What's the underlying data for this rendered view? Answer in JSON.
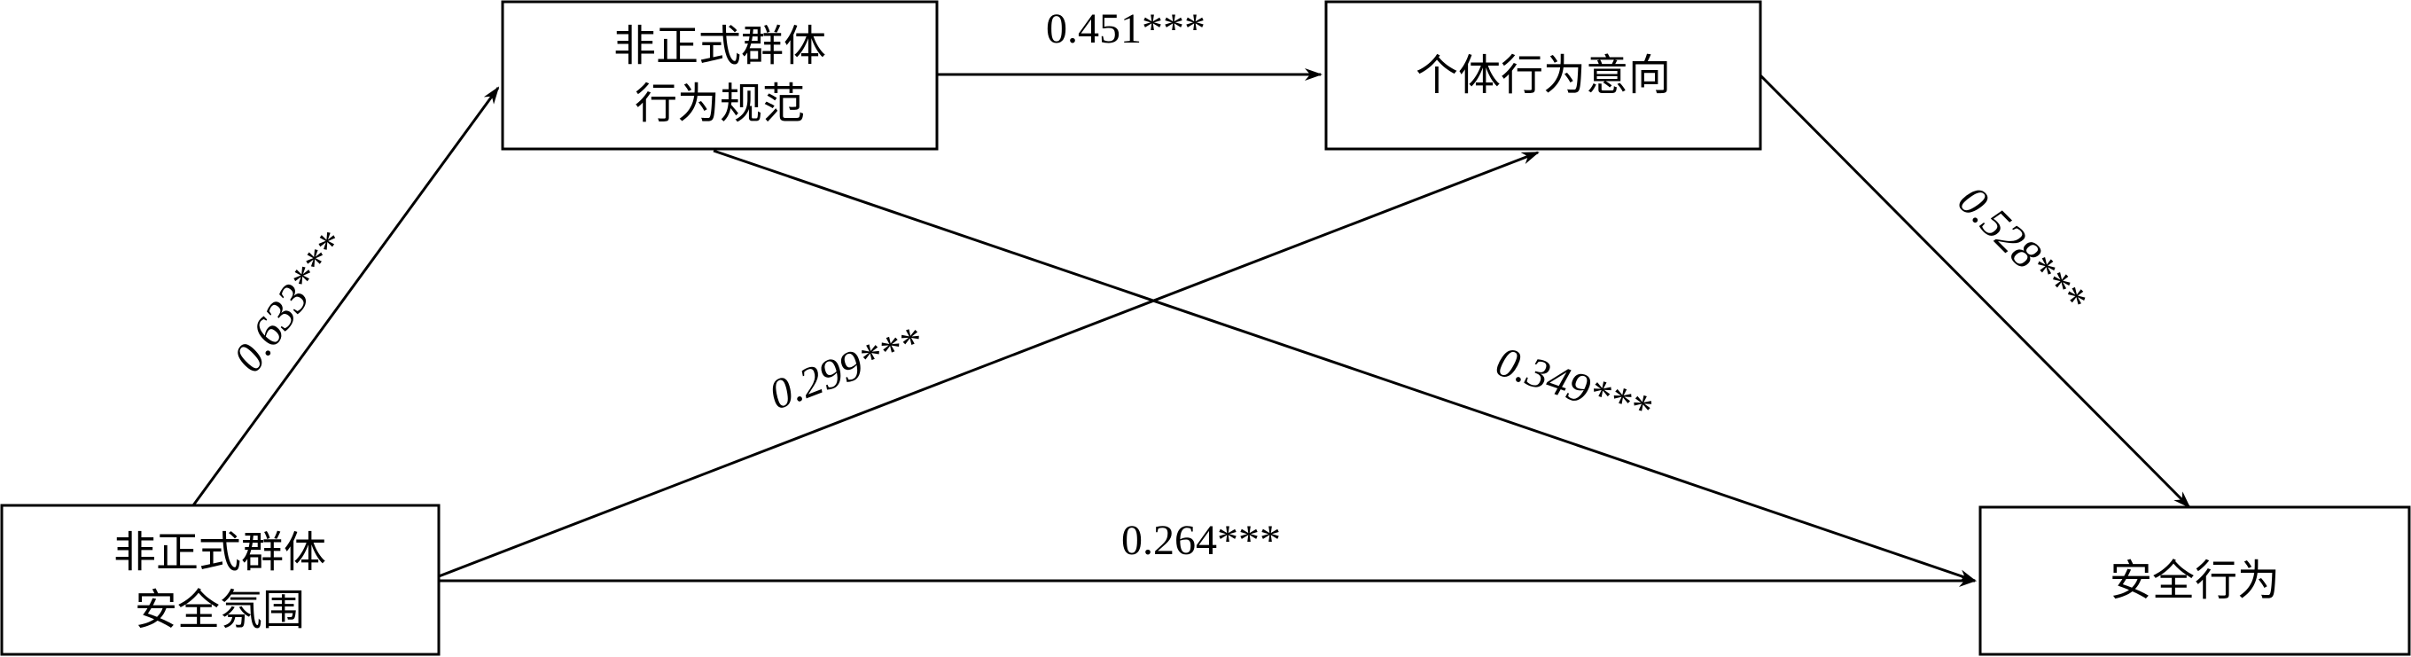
{
  "nodes": {
    "climate": {
      "line1": "非正式群体",
      "line2": "安全氛围"
    },
    "norms": {
      "line1": "非正式群体",
      "line2": "行为规范"
    },
    "intention": {
      "label": "个体行为意向"
    },
    "behavior": {
      "label": "安全行为"
    }
  },
  "paths": {
    "climate_to_norms": "0.633***",
    "norms_to_intention": "0.451***",
    "climate_to_intention": "0.299***",
    "norms_to_behavior": "0.349***",
    "intention_to_behavior": "0.528***",
    "climate_to_behavior": "0.264***"
  }
}
